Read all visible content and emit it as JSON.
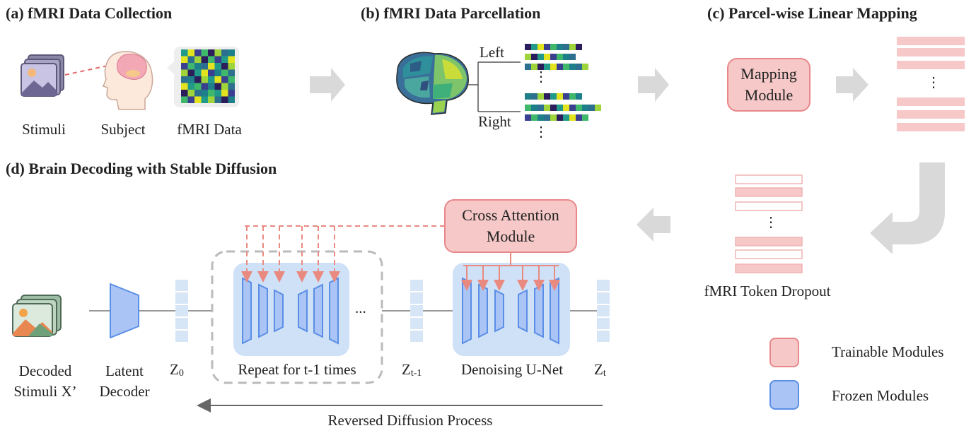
{
  "sections": {
    "a": "(a) fMRI Data Collection",
    "b": "(b) fMRI Data Parcellation",
    "c": "(c) Parcel-wise Linear Mapping",
    "d": "(d) Brain Decoding with Stable Diffusion"
  },
  "collection": {
    "stimuli": "Stimuli",
    "subject": "Subject",
    "fmri": "fMRI Data"
  },
  "parcellation": {
    "left": "Left",
    "right": "Right",
    "dots": "⋮"
  },
  "mapping": {
    "module_line1": "Mapping",
    "module_line2": "Module",
    "dots": "⋮",
    "dropout_label": "fMRI Token Dropout"
  },
  "decoding": {
    "cross_attn_line1": "Cross Attention",
    "cross_attn_line2": "Module",
    "decoded_line1": "Decoded",
    "decoded_line2": "Stimuli X’",
    "latent_line1": "Latent",
    "latent_line2": "Decoder",
    "z0_main": "Z",
    "z0_sub": "0",
    "repeat": "Repeat for t-1 times",
    "ellipsis": "...",
    "zt1_main": "Z",
    "zt1_sub": "t-1",
    "unet": "Denoising U-Net",
    "zt_main": "Z",
    "zt_sub": "t",
    "process": "Reversed Diffusion Process"
  },
  "legend": {
    "trainable": "Trainable Modules",
    "frozen": "Frozen Modules"
  },
  "colors": {
    "trainable_fill": "#f6c8c8",
    "trainable_border": "#e8888a",
    "frozen_fill": "#a9c4f5",
    "frozen_border": "#5b8ee6",
    "latent_fill": "#d7e6f7",
    "arrow_gray": "#d9d9d9",
    "dashed_red": "#e88a80"
  },
  "icons": [
    "image-stack-icon",
    "head-brain-icon",
    "fmri-matrix-icon",
    "brain-parcellation-icon"
  ]
}
